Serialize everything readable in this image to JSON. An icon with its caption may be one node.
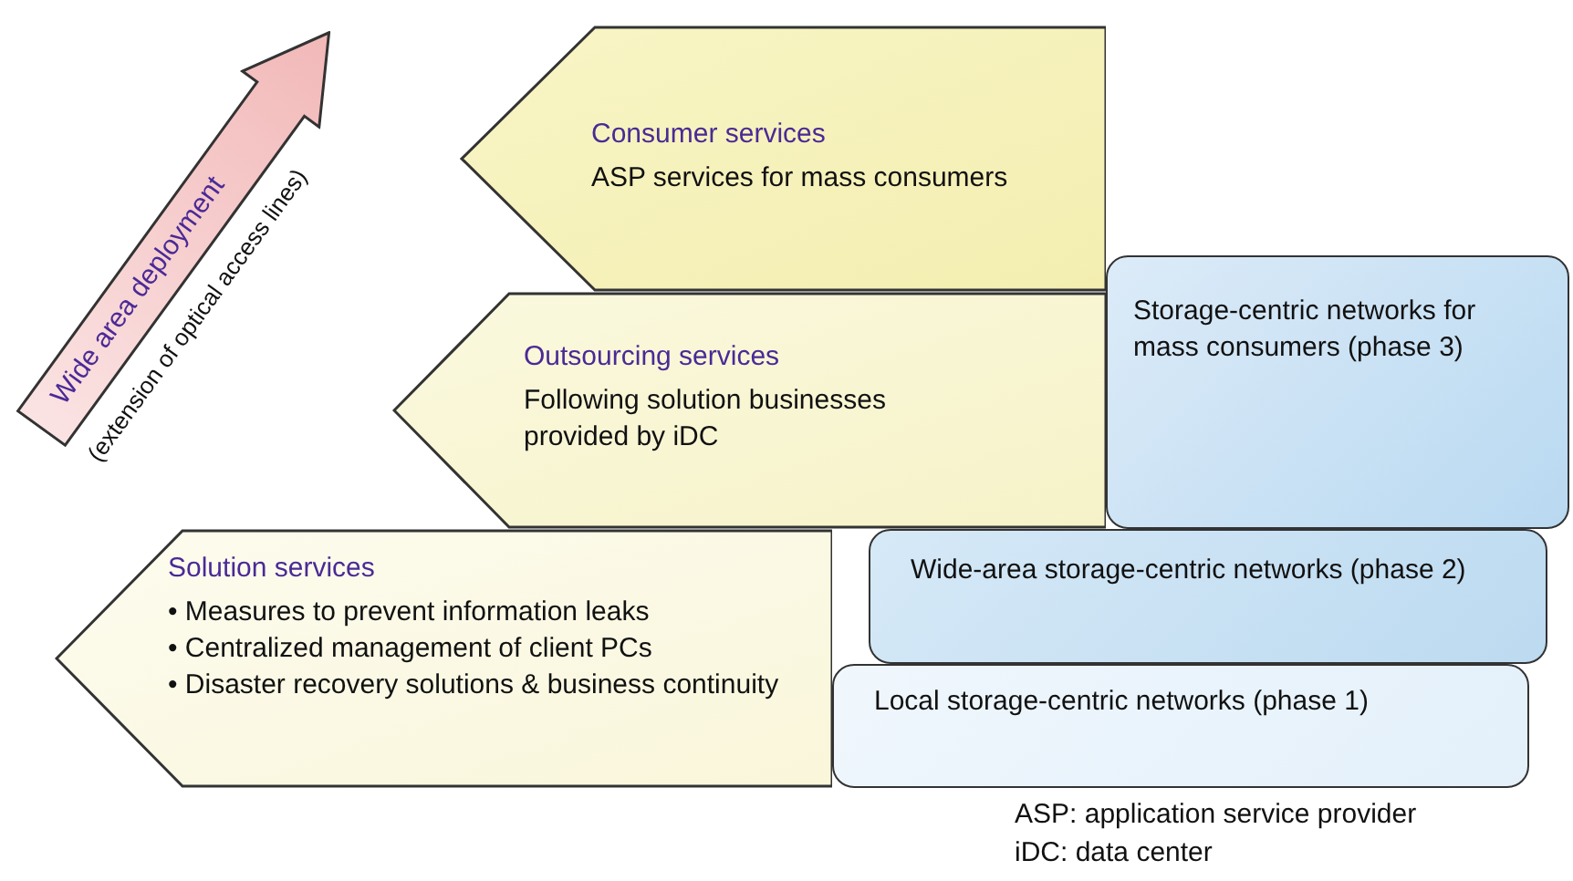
{
  "diagram": {
    "nodes": [
      {
        "text": [
          "Consumer services",
          "ASP services for mass consumers"
        ]
      },
      {
        "text": [
          "Outsourcing services",
          "Following solution businesses provided by iDC"
        ]
      },
      {
        "text": [
          "Solution services",
          "• Measures to prevent information leaks",
          "• Centralized management of client PCs",
          "• Disaster recovery solutions & business continuity"
        ]
      },
      {
        "text": [
          "Storage-centric networks for mass consumers (phase 3)"
        ]
      },
      {
        "text": [
          "Wide-area storage-centric networks (phase 2)"
        ]
      },
      {
        "text": [
          "Local storage-centric networks (phase 1)"
        ]
      },
      {
        "text": [
          "Wide area deployment"
        ],
        "beside": [
          "(extension of optical access lines)"
        ]
      }
    ],
    "labels": [
      "ASP: application service provider",
      "iDC: data center"
    ]
  }
}
